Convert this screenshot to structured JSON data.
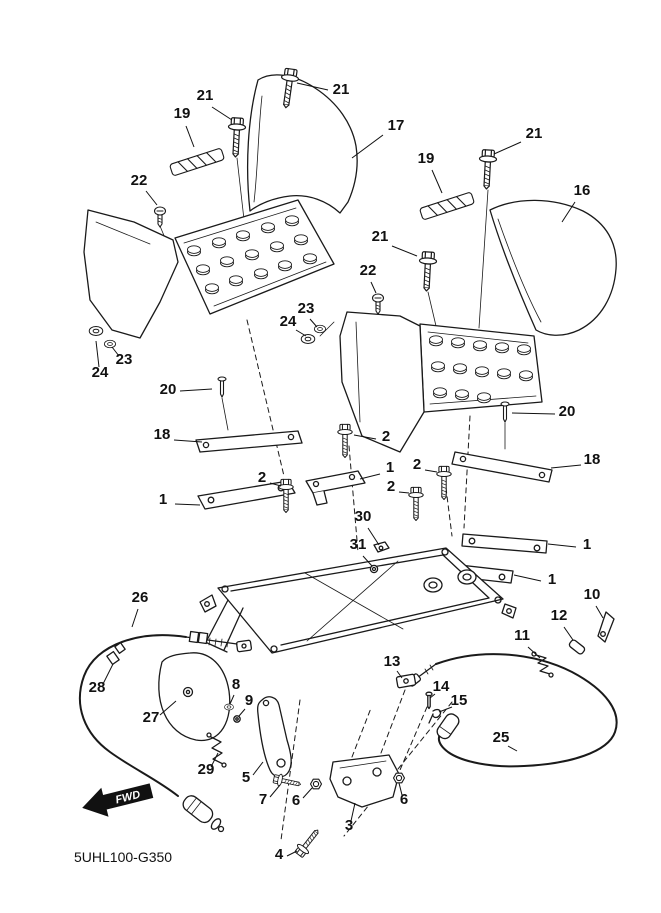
{
  "diagram": {
    "code": "5UHL100-G350",
    "fwd_label": "FWD",
    "ink_color": "#1a1a1a",
    "callouts": [
      {
        "label": "21",
        "text": [
          341,
          94
        ],
        "line": [
          328,
          90,
          297,
          83
        ]
      },
      {
        "label": "21",
        "text": [
          205,
          100
        ],
        "line": [
          212,
          107,
          232,
          120
        ]
      },
      {
        "label": "19",
        "text": [
          182,
          118
        ],
        "line": [
          186,
          126,
          194,
          147
        ]
      },
      {
        "label": "17",
        "text": [
          396,
          130
        ],
        "line": [
          383,
          135,
          352,
          158
        ]
      },
      {
        "label": "22",
        "text": [
          139,
          185
        ],
        "line": [
          146,
          191,
          157,
          205
        ]
      },
      {
        "label": "21",
        "text": [
          534,
          138
        ],
        "line": [
          521,
          142,
          494,
          154
        ]
      },
      {
        "label": "19",
        "text": [
          426,
          163
        ],
        "line": [
          432,
          170,
          442,
          193
        ]
      },
      {
        "label": "16",
        "text": [
          582,
          195
        ],
        "line": [
          575,
          202,
          562,
          222
        ]
      },
      {
        "label": "21",
        "text": [
          380,
          241
        ],
        "line": [
          392,
          246,
          417,
          256
        ]
      },
      {
        "label": "22",
        "text": [
          368,
          275
        ],
        "line": [
          371,
          282,
          376,
          293
        ]
      },
      {
        "label": "23",
        "text": [
          306,
          313
        ],
        "line": [
          310,
          319,
          317,
          327
        ]
      },
      {
        "label": "24",
        "text": [
          288,
          326
        ],
        "line": [
          296,
          330,
          306,
          336
        ]
      },
      {
        "label": "24",
        "text": [
          100,
          377
        ],
        "line": [
          99,
          367,
          96,
          341
        ]
      },
      {
        "label": "23",
        "text": [
          124,
          364
        ],
        "line": [
          119,
          356,
          112,
          347
        ]
      },
      {
        "label": "20",
        "text": [
          168,
          394
        ],
        "line": [
          180,
          391,
          212,
          389
        ]
      },
      {
        "label": "18",
        "text": [
          162,
          439
        ],
        "line": [
          174,
          440,
          202,
          442
        ]
      },
      {
        "label": "2",
        "text": [
          386,
          441
        ],
        "line": [
          376,
          439,
          354,
          435
        ]
      },
      {
        "label": "1",
        "text": [
          390,
          472
        ],
        "line": [
          380,
          474,
          360,
          479
        ]
      },
      {
        "label": "2",
        "text": [
          417,
          469
        ],
        "line": [
          425,
          470,
          437,
          472
        ]
      },
      {
        "label": "2",
        "text": [
          262,
          482
        ],
        "line": [
          270,
          483,
          281,
          486
        ]
      },
      {
        "label": "2",
        "text": [
          391,
          491
        ],
        "line": [
          399,
          492,
          409,
          493
        ]
      },
      {
        "label": "20",
        "text": [
          567,
          416
        ],
        "line": [
          555,
          414,
          512,
          413
        ]
      },
      {
        "label": "18",
        "text": [
          592,
          464
        ],
        "line": [
          581,
          465,
          551,
          468
        ]
      },
      {
        "label": "1",
        "text": [
          163,
          504
        ],
        "line": [
          175,
          504,
          200,
          505
        ]
      },
      {
        "label": "1",
        "text": [
          587,
          549
        ],
        "line": [
          576,
          547,
          548,
          544
        ]
      },
      {
        "label": "1",
        "text": [
          552,
          584
        ],
        "line": [
          541,
          581,
          514,
          575
        ]
      },
      {
        "label": "30",
        "text": [
          363,
          521
        ],
        "line": [
          368,
          528,
          379,
          545
        ]
      },
      {
        "label": "31",
        "text": [
          358,
          549
        ],
        "line": [
          363,
          556,
          372,
          566
        ]
      },
      {
        "label": "10",
        "text": [
          592,
          599
        ],
        "line": [
          596,
          606,
          603,
          618
        ]
      },
      {
        "label": "12",
        "text": [
          559,
          620
        ],
        "line": [
          564,
          627,
          573,
          640
        ]
      },
      {
        "label": "11",
        "text": [
          522,
          640
        ],
        "line": [
          528,
          647,
          540,
          658
        ]
      },
      {
        "label": "26",
        "text": [
          140,
          602
        ],
        "line": [
          138,
          609,
          132,
          627
        ]
      },
      {
        "label": "28",
        "text": [
          97,
          692
        ],
        "line": [
          103,
          684,
          113,
          664
        ]
      },
      {
        "label": "27",
        "text": [
          151,
          722
        ],
        "line": [
          160,
          715,
          176,
          701
        ]
      },
      {
        "label": "8",
        "text": [
          236,
          689
        ],
        "line": [
          234,
          695,
          230,
          704
        ]
      },
      {
        "label": "9",
        "text": [
          249,
          705
        ],
        "line": [
          245,
          709,
          239,
          716
        ]
      },
      {
        "label": "13",
        "text": [
          392,
          666
        ],
        "line": [
          397,
          671,
          402,
          678
        ]
      },
      {
        "label": "14",
        "text": [
          441,
          691
        ],
        "line": [
          435,
          694,
          430,
          698
        ]
      },
      {
        "label": "15",
        "text": [
          459,
          705
        ],
        "line": [
          452,
          707,
          439,
          712
        ]
      },
      {
        "label": "29",
        "text": [
          206,
          774
        ],
        "line": [
          211,
          767,
          218,
          753
        ]
      },
      {
        "label": "5",
        "text": [
          246,
          782
        ],
        "line": [
          253,
          775,
          263,
          762
        ]
      },
      {
        "label": "7",
        "text": [
          263,
          804
        ],
        "line": [
          270,
          797,
          280,
          785
        ]
      },
      {
        "label": "6",
        "text": [
          296,
          805
        ],
        "line": [
          303,
          798,
          312,
          788
        ]
      },
      {
        "label": "3",
        "text": [
          349,
          830
        ],
        "line": [
          351,
          821,
          355,
          803
        ]
      },
      {
        "label": "6",
        "text": [
          404,
          804
        ],
        "line": [
          402,
          795,
          399,
          783
        ]
      },
      {
        "label": "25",
        "text": [
          501,
          742
        ],
        "line": [
          508,
          746,
          517,
          751
        ]
      },
      {
        "label": "4",
        "text": [
          279,
          859
        ],
        "line": [
          287,
          856,
          297,
          851
        ]
      }
    ]
  }
}
